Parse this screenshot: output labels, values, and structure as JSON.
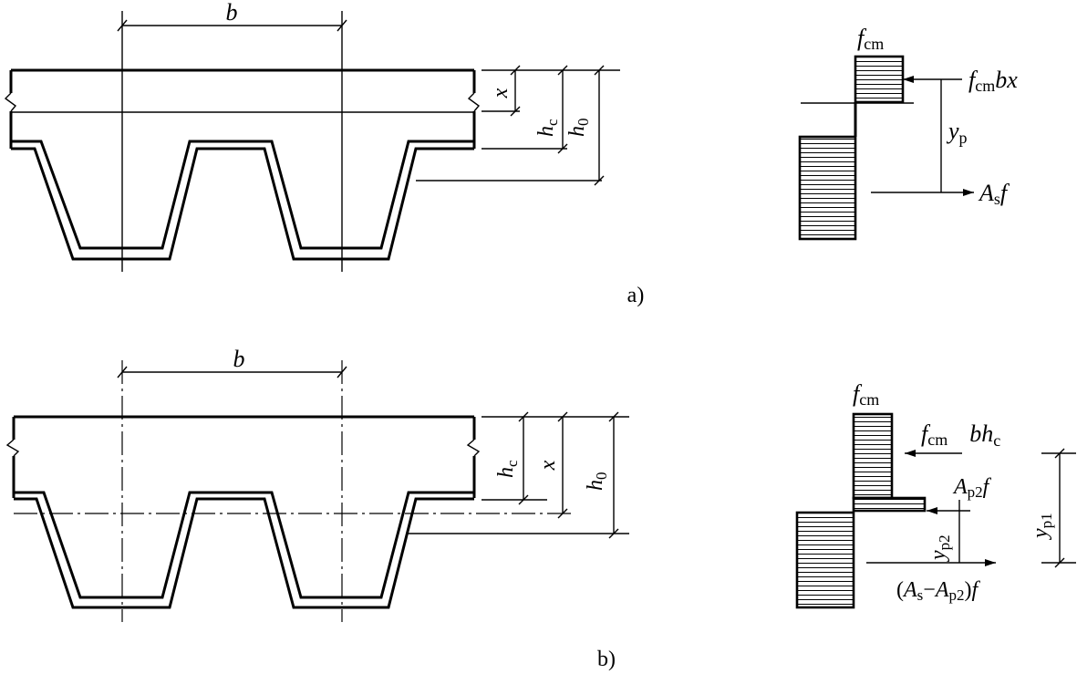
{
  "part_a": {
    "label": "a)",
    "dims": {
      "b": "b",
      "x": "x",
      "hc_main": "h",
      "hc_sub": "c",
      "h0_main": "h",
      "h0_sub": "0"
    },
    "stress": {
      "fcm_top_main": "f",
      "fcm_top_sub": "cm",
      "force_main": "f",
      "force_sub": "cm",
      "force_tail": "bx",
      "yp_main": "y",
      "yp_sub": "p",
      "asf_main": "A",
      "asf_sub": "s",
      "asf_tail": "f"
    }
  },
  "part_b": {
    "label": "b)",
    "dims": {
      "b": "b",
      "hc_main": "h",
      "hc_sub": "c",
      "x": "x",
      "h0_main": "h",
      "h0_sub": "0"
    },
    "stress": {
      "fcm_top_main": "f",
      "fcm_top_sub": "cm",
      "force_main": "f",
      "force_sub": "cm",
      "force_tail_main": "bh",
      "force_tail_sub": "c",
      "ap2f_main": "A",
      "ap2f_sub": "p2",
      "ap2f_tail": "f",
      "yp2_main": "y",
      "yp2_sub": "p2",
      "yp1_main": "y",
      "yp1_sub": "p1",
      "bottom_open": "(",
      "bottom_as": "A",
      "bottom_as_sub": "s",
      "bottom_minus": "−",
      "bottom_ap": "A",
      "bottom_ap_sub": "p2",
      "bottom_close": ")",
      "bottom_f": "f"
    }
  }
}
